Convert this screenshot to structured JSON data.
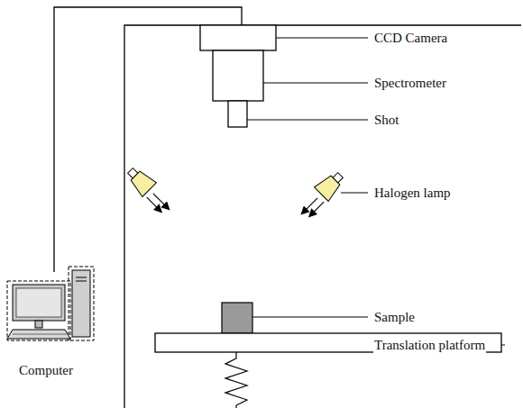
{
  "diagram": {
    "labels": [
      "CCD Camera",
      "Spectrometer",
      "Shot",
      "Halogen lamp",
      "Sample",
      "Translation platform",
      "Computer"
    ]
  }
}
